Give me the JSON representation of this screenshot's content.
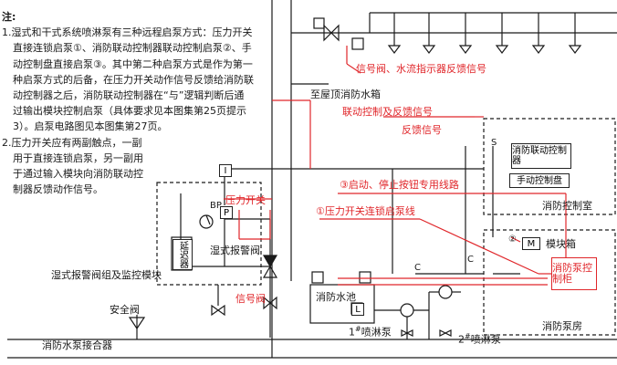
{
  "notes": {
    "heading": "注:",
    "item1": [
      "1.湿式和干式系统喷淋泵有三种远程启泵方式：压力开关",
      "直接连锁启泵①、消防联动控制器联动控制启泵②、手",
      "动控制盘直接启泵③。其中第二种启泵方式是作为第一",
      "种启泵方式的后备，在压力开关动作信号反馈给消防联",
      "动控制器之后，消防联动控制器在“与”逻辑判断后通",
      "过输出模块控制启泵（具体要求见本图集第25页提示",
      "3）。启泵电路图见本图集第27页。"
    ],
    "item2": [
      "2.压力开关应有两副触点，一副",
      "用于直接连锁启泵，另一副用",
      "于通过输入模块向消防联动控",
      "制器反馈动作信号。"
    ]
  },
  "labels": {
    "signal_valve_feedback": "信号阀、水流指示器反馈信号",
    "to_roof_tank": "至屋顶消防水箱",
    "linkage_control_feedback": "联动控制及反馈信号",
    "feedback_signal": "反馈信号",
    "manual_start_stop": "③启动、停止按钮专用线路",
    "pressure_switch_chain": "①压力开关连锁启泵线",
    "pressure_switch": "压力开关",
    "wet_alarm_valve": "湿式报警阀",
    "signal_valve": "信号阀",
    "alarm_valve_group": "湿式报警阀组及监控模块",
    "safety_valve": "安全阀",
    "pump_adapter": "消防水泵接合器",
    "fire_pool": "消防水池",
    "pump1": "1",
    "pump1_sup": "#",
    "pump1_text": "喷淋泵",
    "pump2": "2",
    "pump2_sup": "#",
    "pump2_text": "喷淋泵",
    "control_room": "消防控制室",
    "pump_room": "消防泵房",
    "module_box": "模块箱",
    "pump_cabinet": "消防泵控制柜",
    "delay_device": "延迟器",
    "linkage_controller": "消防联动控制器",
    "manual_panel": "手动控制盘",
    "marker_I": "I",
    "marker_L": "L",
    "marker_M": "M",
    "marker_P": "P",
    "marker_BP": "BP",
    "marker_S": "S",
    "marker_C": "C",
    "marker_2": "②"
  }
}
